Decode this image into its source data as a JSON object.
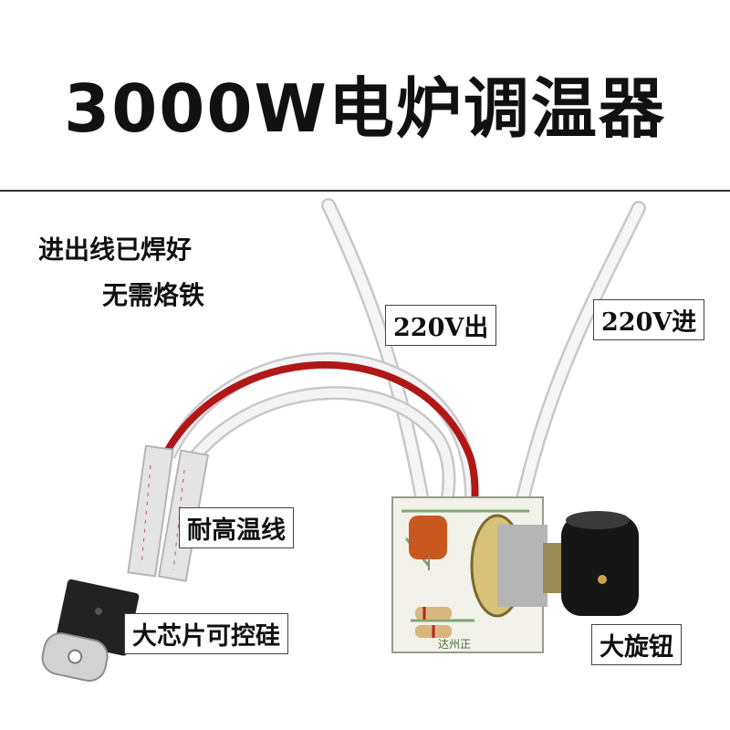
{
  "title": "3000W电炉调温器",
  "notes": {
    "line1": "进出线已焊好",
    "line2": "无需烙铁"
  },
  "labels": {
    "out_220v": "220V出",
    "in_220v": "220V进",
    "heat_wire": "耐高温线",
    "thyristor": "大芯片可控硅",
    "knob": "大旋钮"
  },
  "pcb_text": "达州正"
}
